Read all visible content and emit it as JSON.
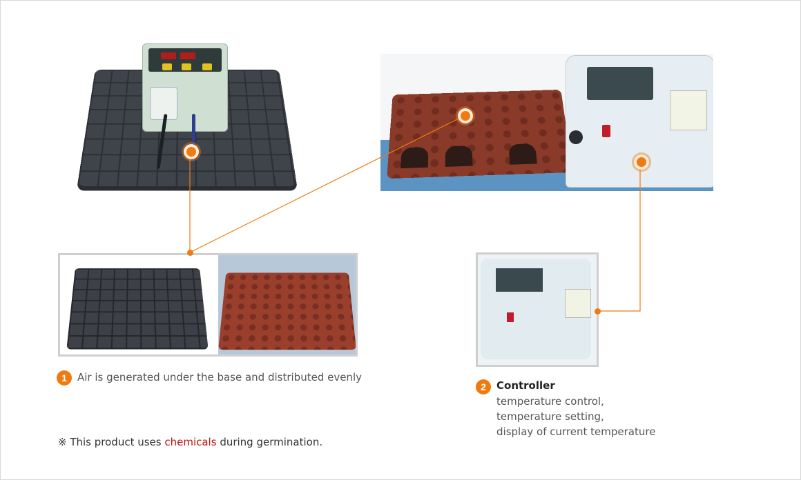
{
  "item1": {
    "number": "1",
    "text": "Air is generated under the base and distributed evenly"
  },
  "item2": {
    "number": "2",
    "title": "Controller",
    "lines": [
      "temperature control,",
      "temperature setting,",
      "display of current temperature"
    ]
  },
  "note": {
    "prefix": "※ This product uses ",
    "highlight": "chemicals",
    "suffix": " during germination."
  },
  "colors": {
    "accent": "#f07a10",
    "highlight": "#c21010"
  }
}
